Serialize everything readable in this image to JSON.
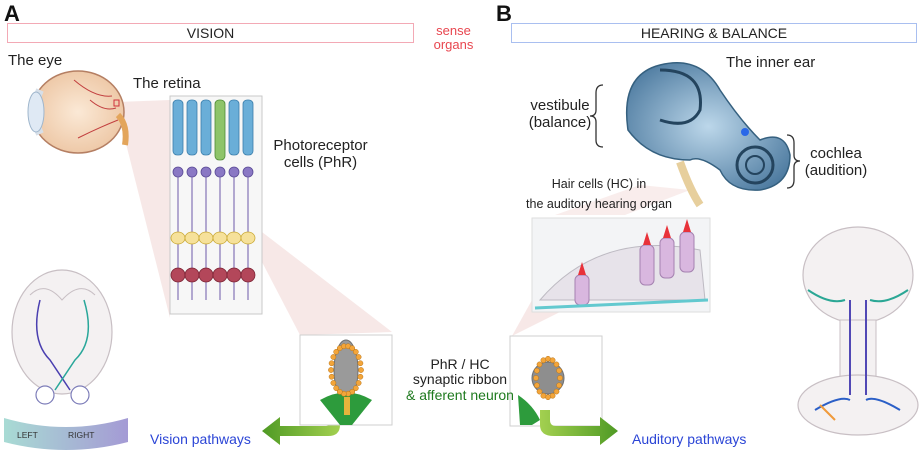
{
  "panel_a": {
    "letter": "A",
    "title": "VISION",
    "eye_label": "The eye",
    "retina_label": "The retina",
    "photoreceptor_label_line1": "Photoreceptor",
    "photoreceptor_label_line2": "cells (PhR)",
    "pathway_label": "Vision pathways",
    "left_label": "LEFT",
    "right_label": "RIGHT"
  },
  "center": {
    "sense_line1": "sense",
    "sense_line2": "organs",
    "ribbon_line1": "PhR / HC",
    "ribbon_line2": "synaptic ribbon",
    "ribbon_line3": "& afferent neuron"
  },
  "panel_b": {
    "letter": "B",
    "title": "HEARING & BALANCE",
    "inner_ear_label": "The inner ear",
    "vestibule_line1": "vestibule",
    "vestibule_line2": "(balance)",
    "cochlea_line1": "cochlea",
    "cochlea_line2": "(audition)",
    "hair_cells_line1": "Hair cells (HC) in",
    "hair_cells_line2": "the auditory hearing organ",
    "pathway_label": "Auditory pathways"
  },
  "colors": {
    "vision_box_border": "#f3a9b5",
    "hearing_box_border": "#a9bff0",
    "sense_text": "#e8464f",
    "pathway_text": "#2b45d6",
    "neuron_text": "#1f7a1f",
    "arrow_green": "#6fae2d"
  }
}
